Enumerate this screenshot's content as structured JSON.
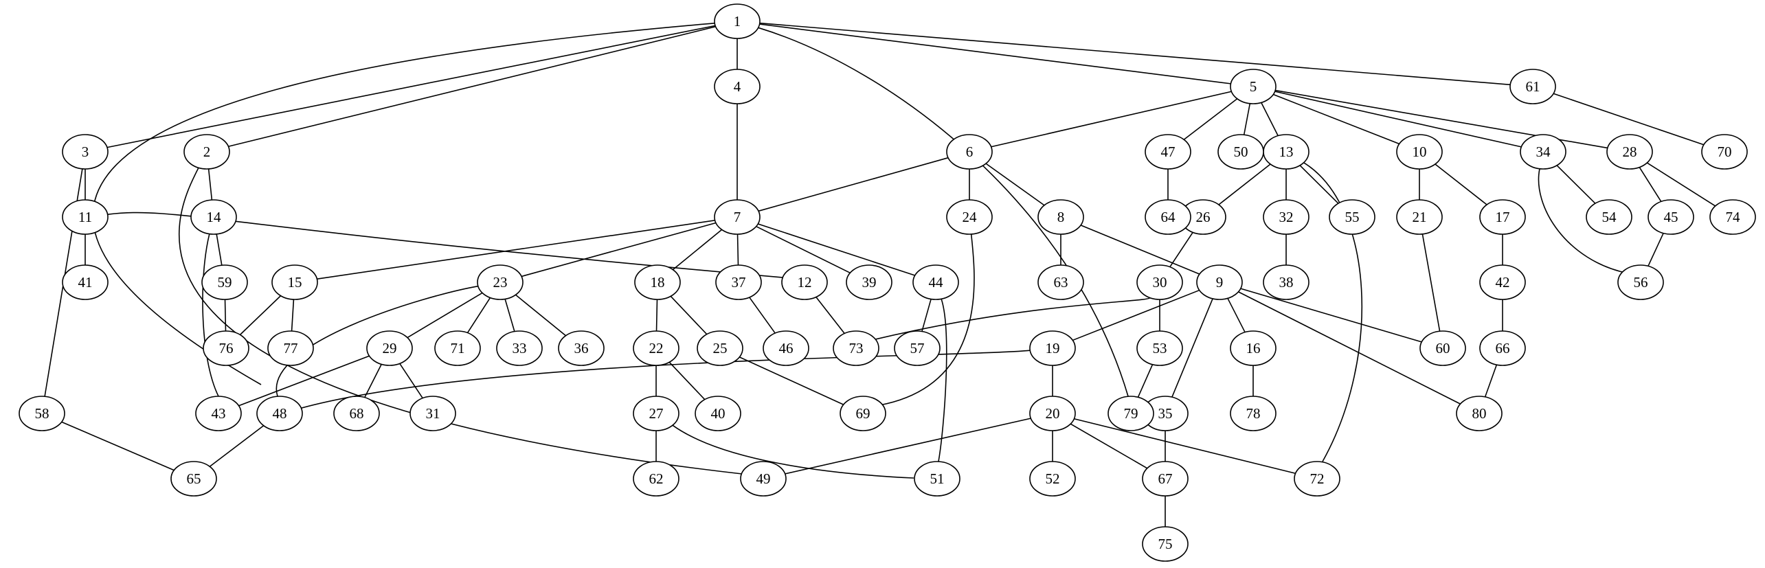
{
  "graph": {
    "node_shape": "ellipse",
    "stroke_color": "#000000",
    "fill_color": "#ffffff",
    "nodes": [
      "1",
      "2",
      "3",
      "4",
      "5",
      "6",
      "7",
      "8",
      "9",
      "10",
      "11",
      "12",
      "13",
      "14",
      "15",
      "16",
      "17",
      "18",
      "19",
      "20",
      "21",
      "22",
      "23",
      "24",
      "25",
      "26",
      "27",
      "28",
      "29",
      "30",
      "31",
      "32",
      "33",
      "34",
      "35",
      "36",
      "37",
      "38",
      "39",
      "40",
      "41",
      "42",
      "43",
      "44",
      "45",
      "46",
      "47",
      "48",
      "49",
      "50",
      "51",
      "52",
      "53",
      "54",
      "55",
      "56",
      "57",
      "58",
      "59",
      "60",
      "61",
      "62",
      "63",
      "64",
      "65",
      "66",
      "67",
      "68",
      "69",
      "70",
      "71",
      "72",
      "73",
      "74",
      "75",
      "76",
      "77",
      "78",
      "79",
      "80"
    ],
    "edges": [
      [
        "1",
        "2"
      ],
      [
        "1",
        "3"
      ],
      [
        "1",
        "4"
      ],
      [
        "1",
        "5"
      ],
      [
        "1",
        "48"
      ],
      [
        "1",
        "61"
      ],
      [
        "1",
        "79"
      ],
      [
        "2",
        "14"
      ],
      [
        "2",
        "49"
      ],
      [
        "3",
        "11"
      ],
      [
        "3",
        "58"
      ],
      [
        "4",
        "7"
      ],
      [
        "5",
        "6"
      ],
      [
        "5",
        "10"
      ],
      [
        "5",
        "13"
      ],
      [
        "5",
        "28"
      ],
      [
        "5",
        "34"
      ],
      [
        "5",
        "47"
      ],
      [
        "5",
        "50"
      ],
      [
        "6",
        "7"
      ],
      [
        "6",
        "8"
      ],
      [
        "6",
        "24"
      ],
      [
        "7",
        "15"
      ],
      [
        "7",
        "18"
      ],
      [
        "7",
        "23"
      ],
      [
        "7",
        "37"
      ],
      [
        "7",
        "39"
      ],
      [
        "7",
        "44"
      ],
      [
        "8",
        "9"
      ],
      [
        "8",
        "63"
      ],
      [
        "9",
        "16"
      ],
      [
        "9",
        "19"
      ],
      [
        "9",
        "35"
      ],
      [
        "9",
        "60"
      ],
      [
        "9",
        "80"
      ],
      [
        "10",
        "17"
      ],
      [
        "10",
        "21"
      ],
      [
        "11",
        "12"
      ],
      [
        "11",
        "41"
      ],
      [
        "12",
        "73"
      ],
      [
        "13",
        "26"
      ],
      [
        "13",
        "32"
      ],
      [
        "13",
        "55"
      ],
      [
        "13",
        "72"
      ],
      [
        "14",
        "43"
      ],
      [
        "14",
        "59"
      ],
      [
        "15",
        "76"
      ],
      [
        "15",
        "77"
      ],
      [
        "16",
        "78"
      ],
      [
        "17",
        "42"
      ],
      [
        "18",
        "22"
      ],
      [
        "18",
        "25"
      ],
      [
        "19",
        "20"
      ],
      [
        "19",
        "48"
      ],
      [
        "20",
        "49"
      ],
      [
        "20",
        "52"
      ],
      [
        "20",
        "67"
      ],
      [
        "20",
        "72"
      ],
      [
        "21",
        "60"
      ],
      [
        "22",
        "27"
      ],
      [
        "22",
        "40"
      ],
      [
        "23",
        "29"
      ],
      [
        "23",
        "33"
      ],
      [
        "23",
        "36"
      ],
      [
        "23",
        "48"
      ],
      [
        "23",
        "71"
      ],
      [
        "24",
        "69"
      ],
      [
        "25",
        "69"
      ],
      [
        "26",
        "30"
      ],
      [
        "27",
        "51"
      ],
      [
        "27",
        "62"
      ],
      [
        "28",
        "45"
      ],
      [
        "28",
        "74"
      ],
      [
        "29",
        "31"
      ],
      [
        "29",
        "43"
      ],
      [
        "29",
        "68"
      ],
      [
        "30",
        "53"
      ],
      [
        "30",
        "73"
      ],
      [
        "32",
        "38"
      ],
      [
        "34",
        "54"
      ],
      [
        "34",
        "56"
      ],
      [
        "35",
        "67"
      ],
      [
        "37",
        "46"
      ],
      [
        "42",
        "66"
      ],
      [
        "44",
        "51"
      ],
      [
        "44",
        "57"
      ],
      [
        "45",
        "56"
      ],
      [
        "47",
        "64"
      ],
      [
        "48",
        "65"
      ],
      [
        "53",
        "79"
      ],
      [
        "58",
        "65"
      ],
      [
        "59",
        "76"
      ],
      [
        "61",
        "70"
      ],
      [
        "66",
        "80"
      ],
      [
        "67",
        "75"
      ]
    ]
  }
}
